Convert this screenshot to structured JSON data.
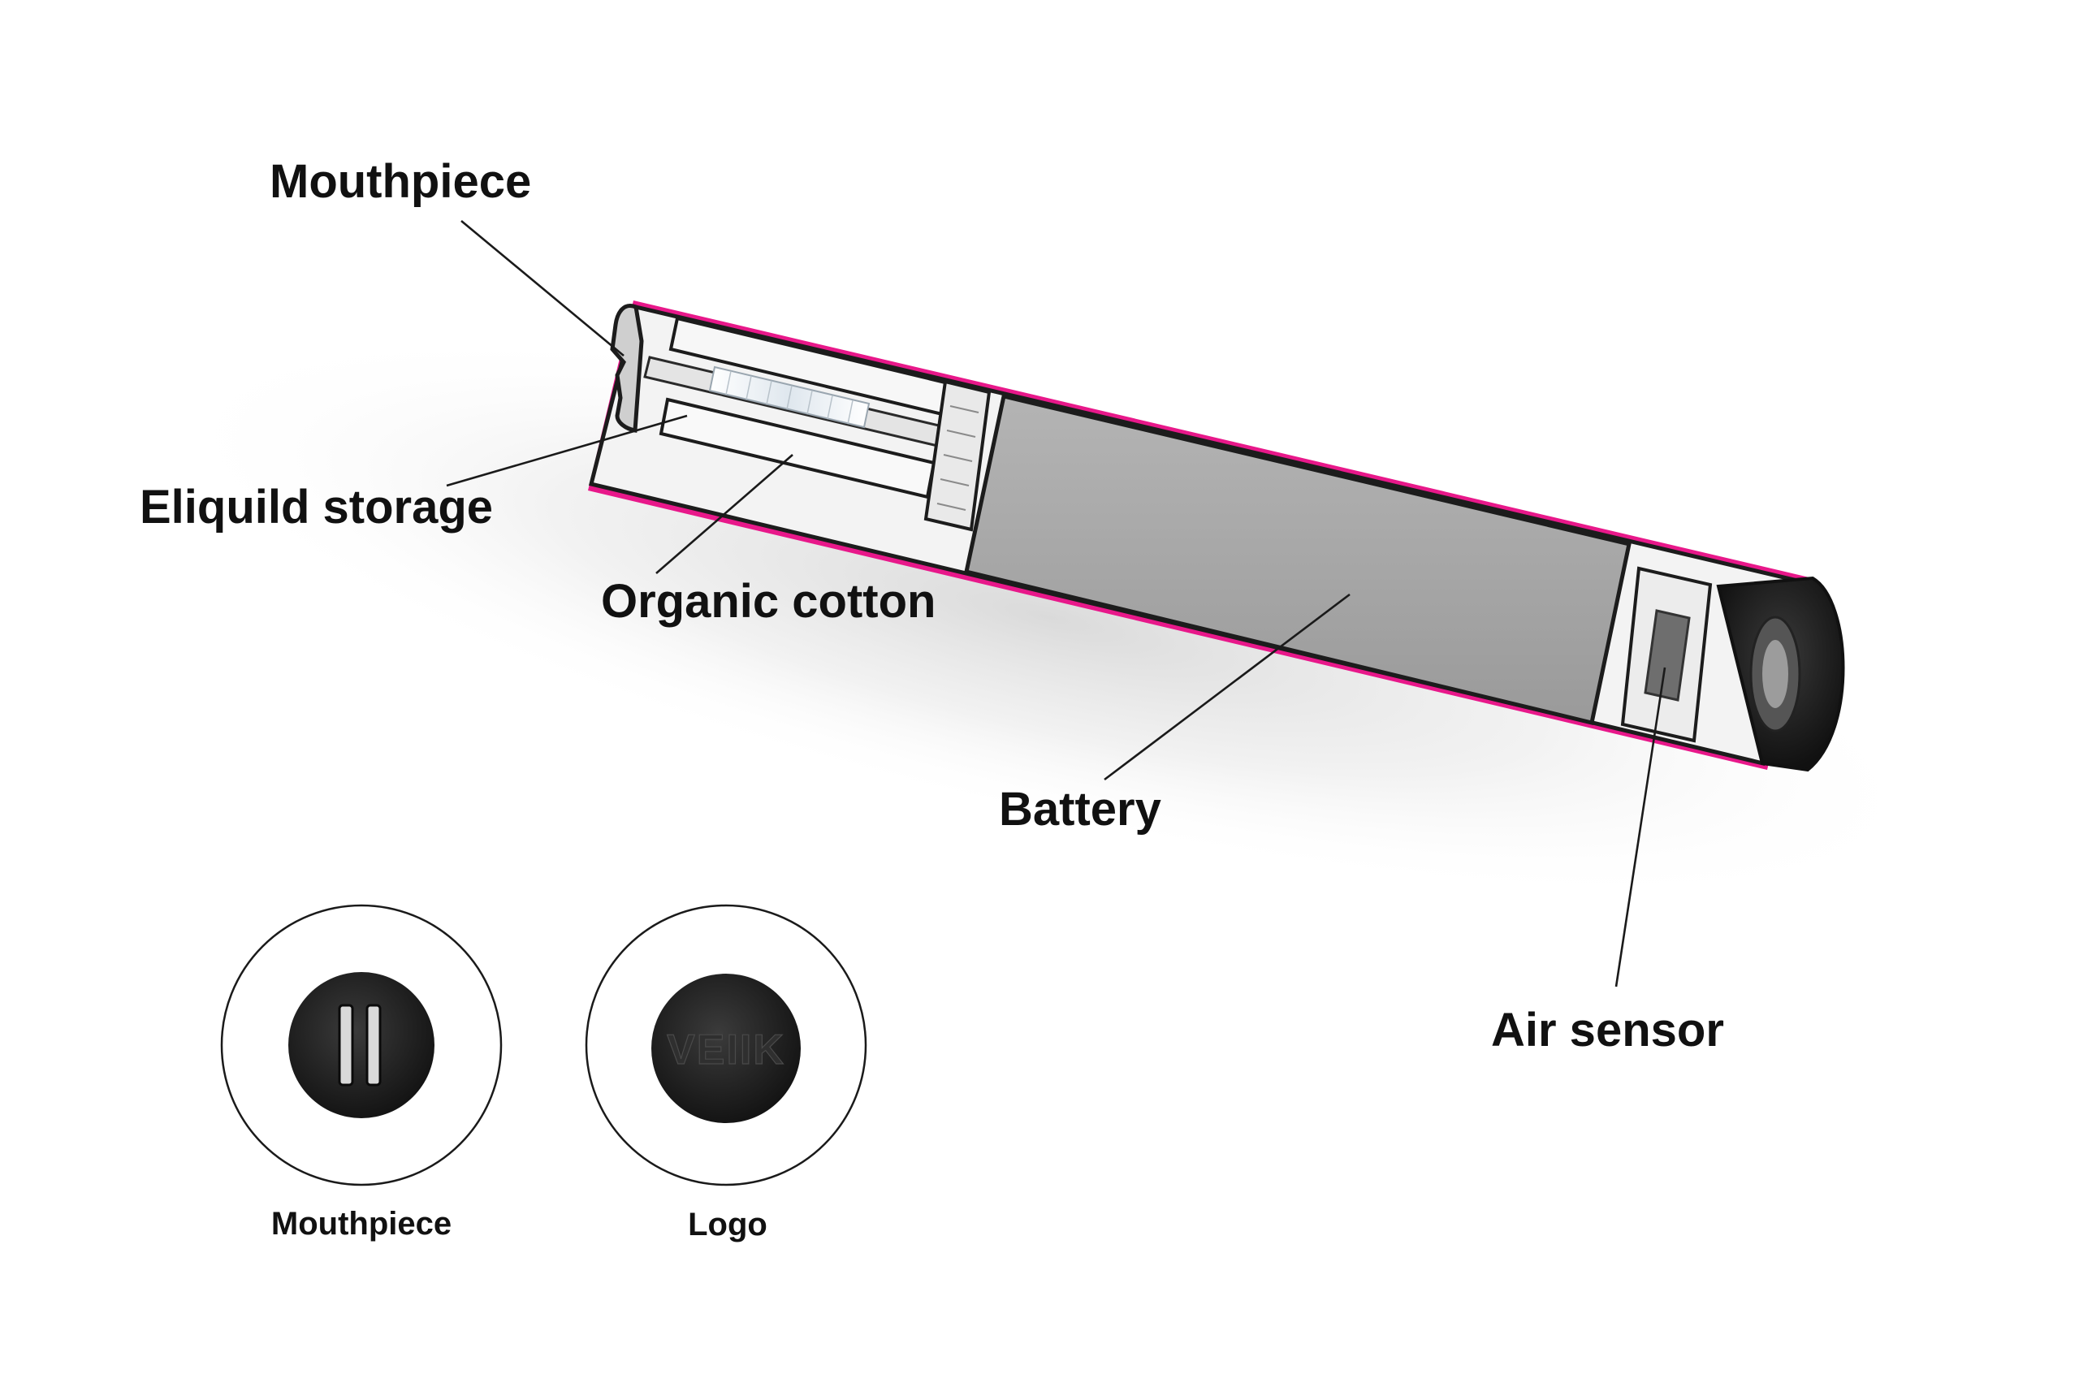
{
  "callouts": {
    "mouthpiece": "Mouthpiece",
    "eliquid_storage": "Eliquild storage",
    "organic_cotton": "Organic cotton",
    "battery": "Battery",
    "air_sensor": "Air sensor"
  },
  "detail_views": {
    "mouthpiece_caption": "Mouthpiece",
    "logo_caption": "Logo",
    "logo_mark": "VEIIK"
  },
  "colors": {
    "device_accent": "#e8188a",
    "battery_fill": "#a8a8a8",
    "label_text": "#111111"
  }
}
